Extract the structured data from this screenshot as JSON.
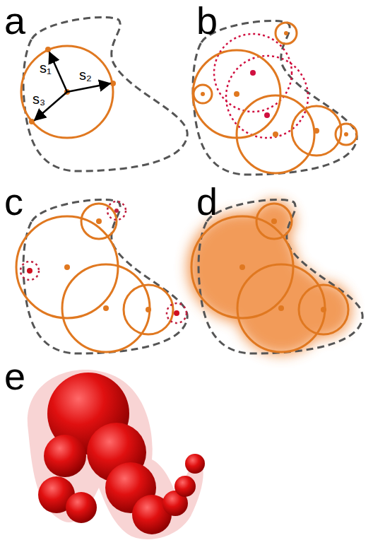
{
  "diagram": {
    "labels": [
      "a",
      "b",
      "c",
      "d",
      "e",
      "s₁",
      "s₂",
      "s₃"
    ]
  }
}
